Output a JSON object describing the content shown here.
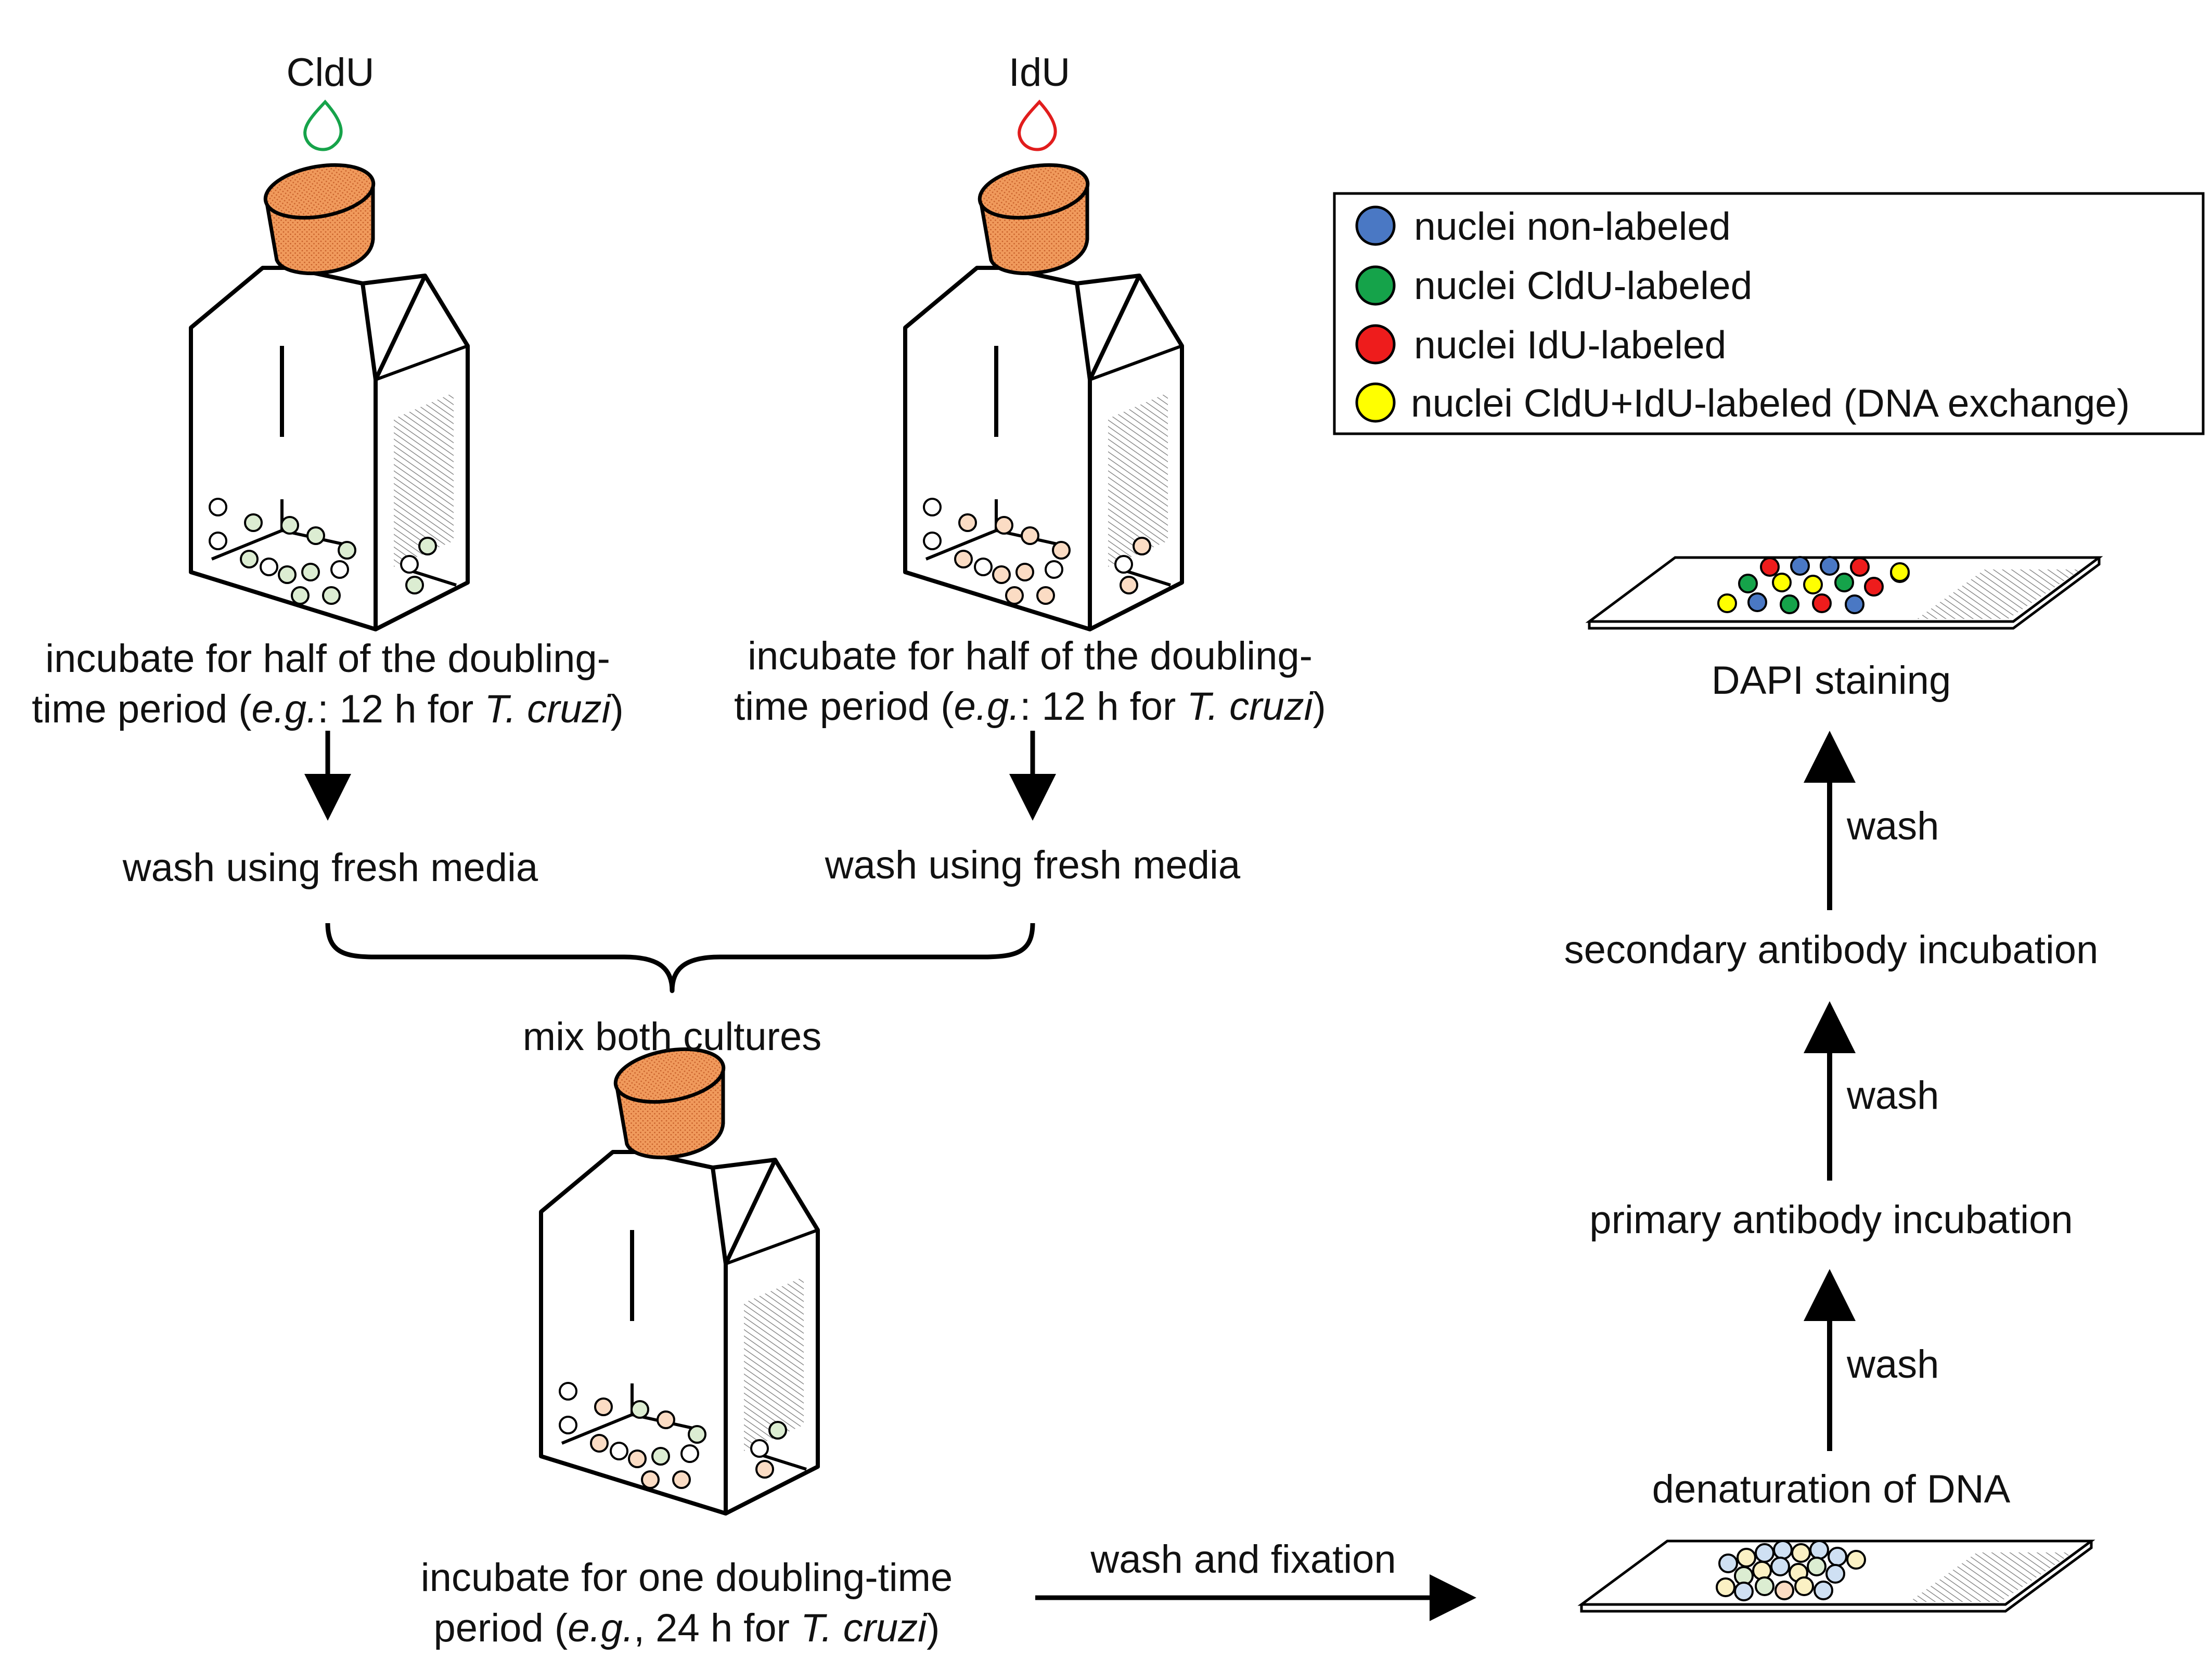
{
  "reagents": {
    "cldu": "CldU",
    "idu": "IdU"
  },
  "legend": {
    "items": [
      {
        "label": "nuclei non-labeled",
        "color": "#4a78c4"
      },
      {
        "label": "nuclei CldU-labeled",
        "color": "#15a34a"
      },
      {
        "label": "nuclei IdU-labeled",
        "color": "#ee1c1c"
      },
      {
        "label": "nuclei CldU+IdU-labeled (DNA exchange)",
        "color": "#ffff00"
      }
    ]
  },
  "steps": {
    "incubate_half_left": {
      "l1": "incubate for half of the doubling-",
      "l2a": "time period (",
      "l2b": "e.g.",
      "l2c": ": 12 h for ",
      "l2d": "T. cruzi",
      "l2e": ")"
    },
    "incubate_half_right": {
      "l1": "incubate for half of the doubling-",
      "l2a": "time period (",
      "l2b": "e.g.",
      "l2c": ": 12 h for ",
      "l2d": "T. cruzi",
      "l2e": ")"
    },
    "wash_fresh_left": "wash using fresh media",
    "wash_fresh_right": "wash using fresh media",
    "mix": "mix both cultures",
    "incubate_one": {
      "l1": "incubate for one doubling-time",
      "l2a": "period (",
      "l2b": "e.g.",
      "l2c": ", 24 h for ",
      "l2d": "T. cruzi",
      "l2e": ")"
    },
    "wash_fixation": "wash and fixation",
    "denaturation": "denaturation of DNA",
    "wash1": "wash",
    "primary": "primary antibody incubation",
    "wash2": "wash",
    "secondary": "secondary antibody incubation",
    "wash3": "wash",
    "dapi": "DAPI staining"
  },
  "colors": {
    "drop_cldu": "#16a34a",
    "drop_idu": "#e11d1d",
    "cap": "#f09a5c",
    "cell_green": "#dcedd2",
    "cell_peach": "#fbdcc4",
    "cell_white": "#ffffff",
    "cell_blue_pale": "#cfe0f3",
    "cell_yellow_pale": "#fbf1c4"
  }
}
